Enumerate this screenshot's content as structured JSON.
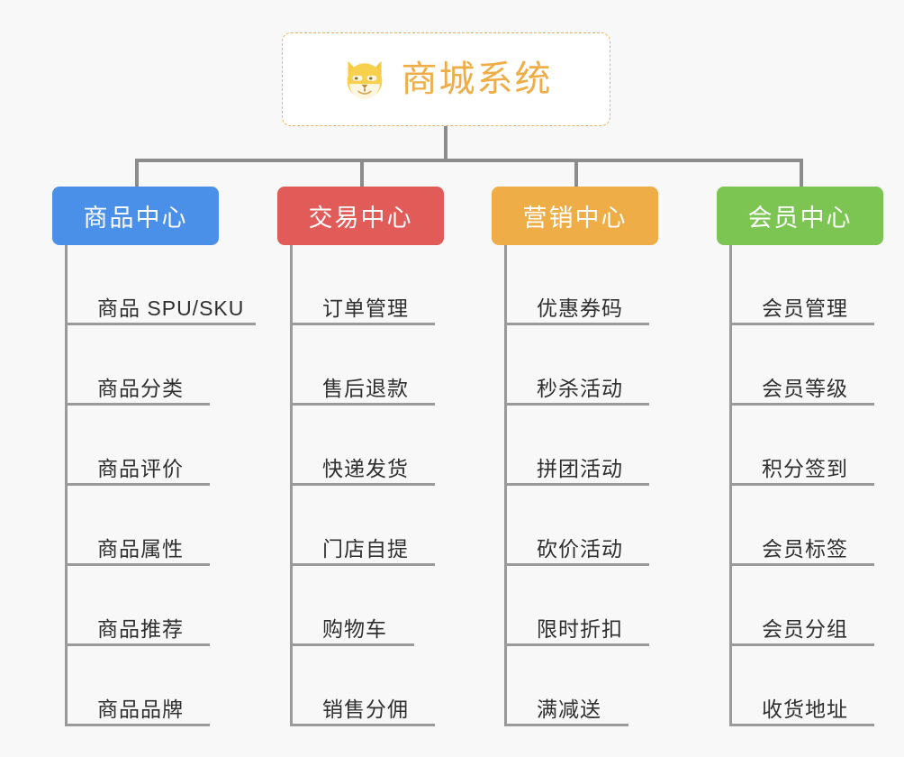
{
  "canvas": {
    "background": "#f8f8f8",
    "connector_color": "#8c8c8c",
    "leaf_line_color": "#9a9a9a",
    "leaf_text_color": "#2f2f2f"
  },
  "root": {
    "title": "商城系统",
    "icon": "shiba-dog-face-emoji",
    "text_color": "#eead47",
    "border_color": "#e8b765",
    "background": "#ffffff"
  },
  "branches": [
    {
      "label": "商品中心",
      "color": "#4a90e8",
      "leaves": [
        {
          "label": "商品 SPU/SKU",
          "underline_width": 212
        },
        {
          "label": "商品分类",
          "underline_width": 161
        },
        {
          "label": "商品评价",
          "underline_width": 161
        },
        {
          "label": "商品属性",
          "underline_width": 161
        },
        {
          "label": "商品推荐",
          "underline_width": 161
        },
        {
          "label": "商品品牌",
          "underline_width": 161
        }
      ]
    },
    {
      "label": "交易中心",
      "color": "#e15b58",
      "leaves": [
        {
          "label": "订单管理",
          "underline_width": 161
        },
        {
          "label": "售后退款",
          "underline_width": 161
        },
        {
          "label": "快递发货",
          "underline_width": 161
        },
        {
          "label": "门店自提",
          "underline_width": 161
        },
        {
          "label": "购物车",
          "underline_width": 138
        },
        {
          "label": "销售分佣",
          "underline_width": 161
        }
      ]
    },
    {
      "label": "营销中心",
      "color": "#eead47",
      "leaves": [
        {
          "label": "优惠券码",
          "underline_width": 161
        },
        {
          "label": "秒杀活动",
          "underline_width": 161
        },
        {
          "label": "拼团活动",
          "underline_width": 161
        },
        {
          "label": "砍价活动",
          "underline_width": 161
        },
        {
          "label": "限时折扣",
          "underline_width": 161
        },
        {
          "label": "满减送",
          "underline_width": 138
        }
      ]
    },
    {
      "label": "会员中心",
      "color": "#7cc552",
      "leaves": [
        {
          "label": "会员管理",
          "underline_width": 161
        },
        {
          "label": "会员等级",
          "underline_width": 161
        },
        {
          "label": "积分签到",
          "underline_width": 161
        },
        {
          "label": "会员标签",
          "underline_width": 161
        },
        {
          "label": "会员分组",
          "underline_width": 161
        },
        {
          "label": "收货地址",
          "underline_width": 161
        }
      ]
    }
  ]
}
